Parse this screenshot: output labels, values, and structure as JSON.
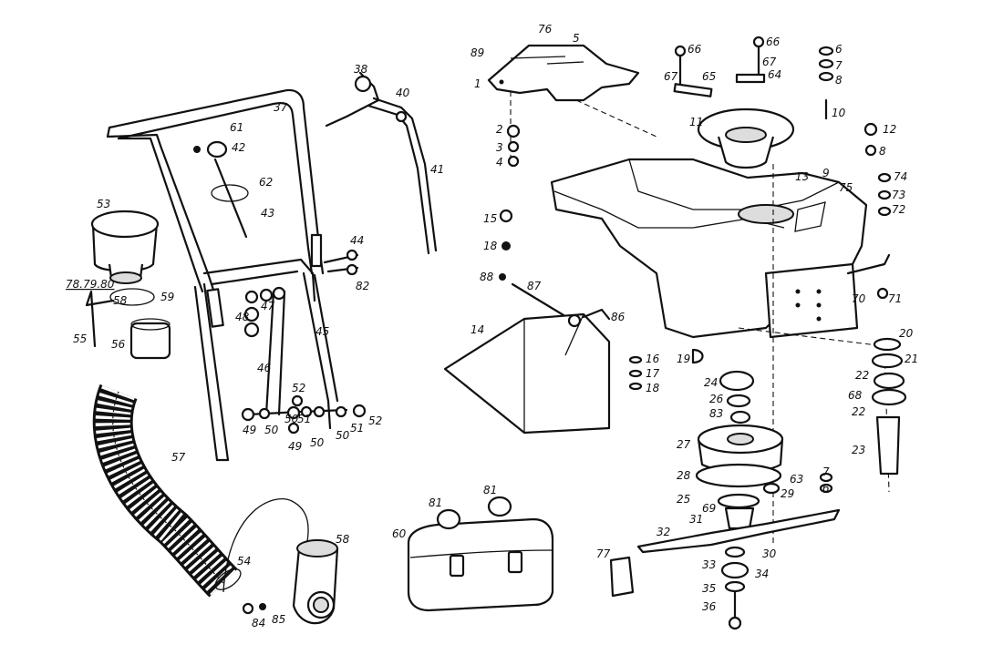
{
  "figure": {
    "callout_color": "#111111",
    "parts": [
      {
        "id": "p37",
        "label": "37"
      },
      {
        "id": "p38",
        "label": "38"
      },
      {
        "id": "p40",
        "label": "40"
      },
      {
        "id": "p41",
        "label": "41"
      },
      {
        "id": "p61",
        "label": "61"
      },
      {
        "id": "p42",
        "label": "42"
      },
      {
        "id": "p62",
        "label": "62"
      },
      {
        "id": "p43",
        "label": "43"
      },
      {
        "id": "p53",
        "label": "53"
      },
      {
        "id": "p44",
        "label": "44"
      },
      {
        "id": "p82",
        "label": "82"
      },
      {
        "id": "p78",
        "label": "78.79.80"
      },
      {
        "id": "p58a",
        "label": "58"
      },
      {
        "id": "p59",
        "label": "59"
      },
      {
        "id": "p55",
        "label": "55"
      },
      {
        "id": "p56",
        "label": "56"
      },
      {
        "id": "p48",
        "label": "48"
      },
      {
        "id": "p47",
        "label": "47"
      },
      {
        "id": "p45",
        "label": "45"
      },
      {
        "id": "p46",
        "label": "46"
      },
      {
        "id": "p52a",
        "label": "52"
      },
      {
        "id": "p49a",
        "label": "49"
      },
      {
        "id": "p50a",
        "label": "50"
      },
      {
        "id": "p50b",
        "label": "50"
      },
      {
        "id": "p51a",
        "label": "51"
      },
      {
        "id": "p49b",
        "label": "49"
      },
      {
        "id": "p50c",
        "label": "50"
      },
      {
        "id": "p50d",
        "label": "50"
      },
      {
        "id": "p51b",
        "label": "51"
      },
      {
        "id": "p52b",
        "label": "52"
      },
      {
        "id": "p57",
        "label": "57"
      },
      {
        "id": "p54",
        "label": "54"
      },
      {
        "id": "p58b",
        "label": "58"
      },
      {
        "id": "p84",
        "label": "84"
      },
      {
        "id": "p85",
        "label": "85"
      },
      {
        "id": "p60",
        "label": "60"
      },
      {
        "id": "p81a",
        "label": "81"
      },
      {
        "id": "p81b",
        "label": "81"
      },
      {
        "id": "p76",
        "label": "76"
      },
      {
        "id": "p5",
        "label": "5"
      },
      {
        "id": "p89",
        "label": "89"
      },
      {
        "id": "p1",
        "label": "1"
      },
      {
        "id": "p2",
        "label": "2"
      },
      {
        "id": "p3",
        "label": "3"
      },
      {
        "id": "p4",
        "label": "4"
      },
      {
        "id": "p66a",
        "label": "66"
      },
      {
        "id": "p66b",
        "label": "66"
      },
      {
        "id": "p67a",
        "label": "67"
      },
      {
        "id": "p65",
        "label": "65"
      },
      {
        "id": "p67b",
        "label": "67"
      },
      {
        "id": "p64",
        "label": "64"
      },
      {
        "id": "p6a",
        "label": "6"
      },
      {
        "id": "p7a",
        "label": "7"
      },
      {
        "id": "p8a",
        "label": "8"
      },
      {
        "id": "p10",
        "label": "10"
      },
      {
        "id": "p11",
        "label": "11"
      },
      {
        "id": "p12",
        "label": "12"
      },
      {
        "id": "p8b",
        "label": "8"
      },
      {
        "id": "p13",
        "label": "13"
      },
      {
        "id": "p9",
        "label": "9"
      },
      {
        "id": "p75",
        "label": "75"
      },
      {
        "id": "p74",
        "label": "74"
      },
      {
        "id": "p73",
        "label": "73"
      },
      {
        "id": "p72",
        "label": "72"
      },
      {
        "id": "p15",
        "label": "15"
      },
      {
        "id": "p18a",
        "label": "18"
      },
      {
        "id": "p88",
        "label": "88"
      },
      {
        "id": "p87",
        "label": "87"
      },
      {
        "id": "p86",
        "label": "86"
      },
      {
        "id": "p14",
        "label": "14"
      },
      {
        "id": "p70",
        "label": "70"
      },
      {
        "id": "p71",
        "label": "71"
      },
      {
        "id": "p16",
        "label": "16"
      },
      {
        "id": "p17",
        "label": "17"
      },
      {
        "id": "p18b",
        "label": "18"
      },
      {
        "id": "p19",
        "label": "19"
      },
      {
        "id": "p20",
        "label": "20"
      },
      {
        "id": "p21",
        "label": "21"
      },
      {
        "id": "p22a",
        "label": "22"
      },
      {
        "id": "p68",
        "label": "68"
      },
      {
        "id": "p22b",
        "label": "22"
      },
      {
        "id": "p24",
        "label": "24"
      },
      {
        "id": "p26",
        "label": "26"
      },
      {
        "id": "p83",
        "label": "83"
      },
      {
        "id": "p23",
        "label": "23"
      },
      {
        "id": "p27",
        "label": "27"
      },
      {
        "id": "p28",
        "label": "28"
      },
      {
        "id": "p63",
        "label": "63"
      },
      {
        "id": "p7b",
        "label": "7"
      },
      {
        "id": "p6b",
        "label": "6"
      },
      {
        "id": "p29",
        "label": "29"
      },
      {
        "id": "p25",
        "label": "25"
      },
      {
        "id": "p69",
        "label": "69"
      },
      {
        "id": "p31",
        "label": "31"
      },
      {
        "id": "p32",
        "label": "32"
      },
      {
        "id": "p30",
        "label": "30"
      },
      {
        "id": "p33",
        "label": "33"
      },
      {
        "id": "p34",
        "label": "34"
      },
      {
        "id": "p35",
        "label": "35"
      },
      {
        "id": "p36",
        "label": "36"
      },
      {
        "id": "p77",
        "label": "77"
      }
    ]
  }
}
